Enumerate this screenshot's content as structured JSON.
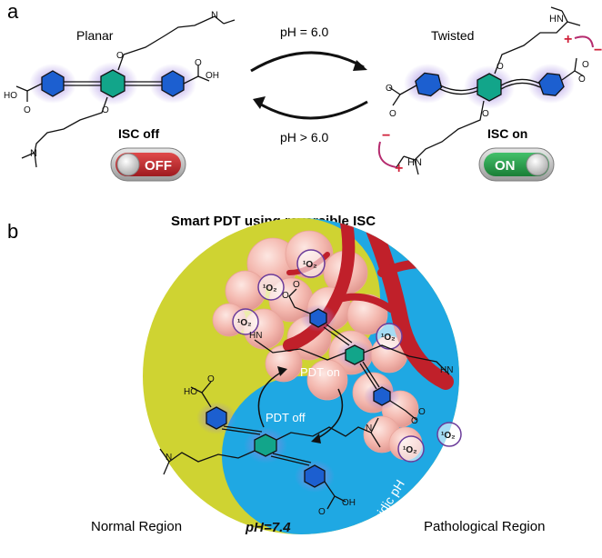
{
  "panel_a": {
    "letter": "a",
    "planar_label": "Planar",
    "twisted_label": "Twisted",
    "arrow_forward_label": "pH = 6.0",
    "arrow_back_label": "pH > 6.0",
    "isc_off_label": "ISC off",
    "isc_on_label": "ISC on",
    "switch_off_text": "OFF",
    "switch_on_text": "ON"
  },
  "panel_b": {
    "letter": "b",
    "title": "Smart PDT using reversible ISC",
    "pdt_on_label": "PDT on",
    "pdt_off_label": "PDT off",
    "normal_region_label": "Normal Region",
    "pathological_region_label": "Pathological Region",
    "acidic_label": "Acidic pH",
    "ph_normal_label": "pH=7.4",
    "singlet_oxygen_label": "¹O₂"
  },
  "colors": {
    "benzene_blue": "#1c5fd0",
    "benzene_green": "#12a58a",
    "glow_purple": "#9b7fe0",
    "off_red": "#c0262b",
    "on_green": "#22a04a",
    "yin_yellow": "#cfd332",
    "yang_blue": "#1fa8e3",
    "vessel_red": "#c0202a",
    "charge_red": "#d0213a",
    "charge_arrow": "#b52b6e"
  }
}
